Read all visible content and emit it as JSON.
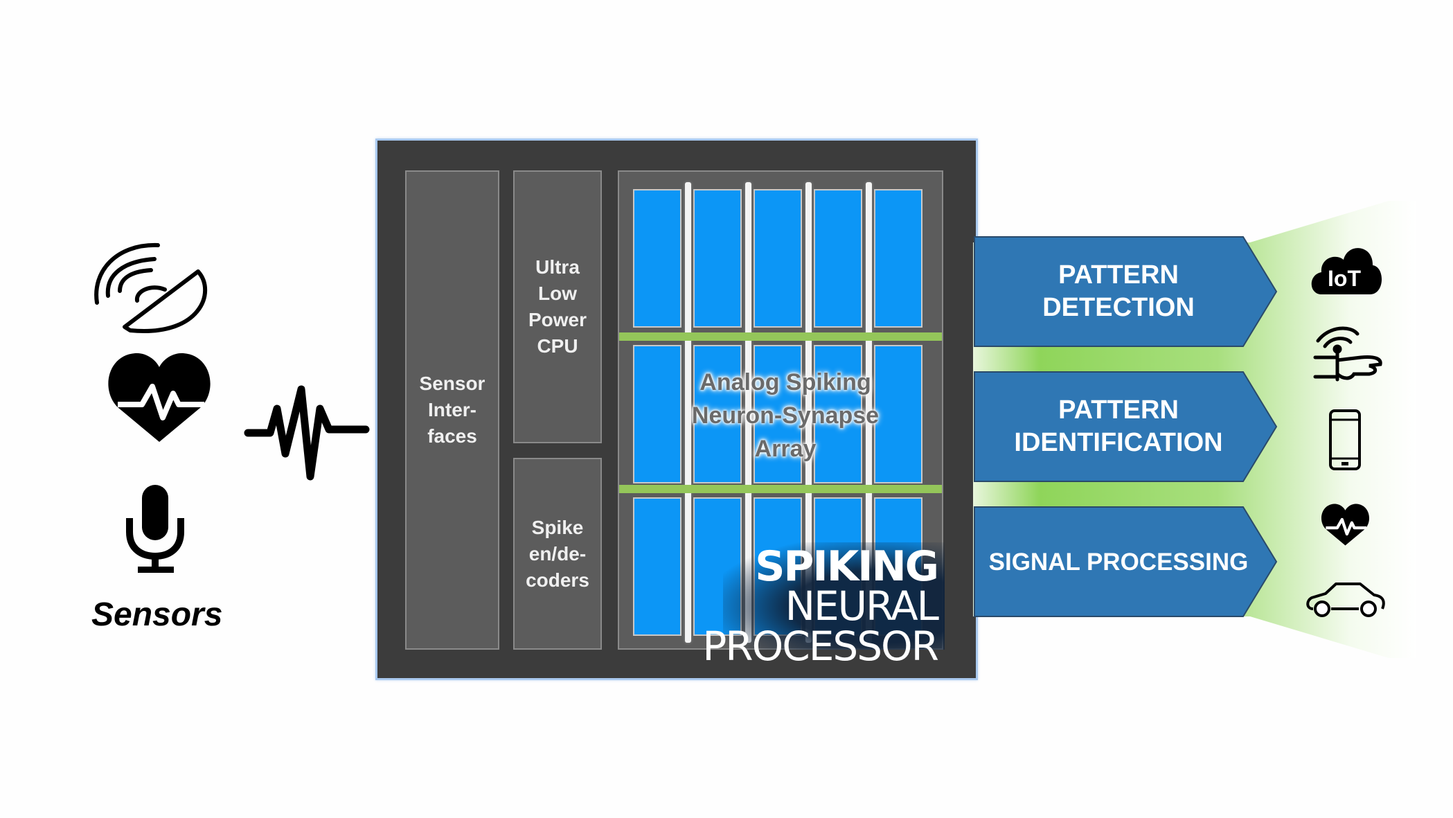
{
  "sensors": {
    "label": "Sensors",
    "icons": [
      "satellite-dish-icon",
      "heart-rate-icon",
      "microphone-icon"
    ],
    "signal_icon": "spike-waveform-icon"
  },
  "chip": {
    "blocks": {
      "sensor_interfaces": "Sensor\nInter-\nfaces",
      "cpu": "Ultra\nLow\nPower\nCPU",
      "spike_codec": "Spike\nen/de-\ncoders"
    },
    "array": {
      "label": "Analog Spiking\nNeuron-Synapse\nArray",
      "rows": 3,
      "columns": 5
    },
    "brand": {
      "line1": "SPIKING",
      "line2": "NEURAL",
      "line3": "PROCESSOR"
    }
  },
  "outputs": [
    {
      "label": "PATTERN\nDETECTION"
    },
    {
      "label": "PATTERN\nIDENTIFICATION"
    },
    {
      "label": "SIGNAL PROCESSING"
    }
  ],
  "applications": [
    "iot-cloud-icon",
    "wearable-icon",
    "smartphone-icon",
    "heart-rate-icon",
    "car-icon"
  ],
  "applications_text": {
    "iot": "IoT"
  },
  "colors": {
    "chip_bg": "#3c3c3c",
    "block_bg": "#5c5c5c",
    "neuron_cell": "#0c96f6",
    "interconnect": "#94c65a",
    "arrow_blue": "#2f77b4",
    "fan_green": "#8fd55a"
  }
}
